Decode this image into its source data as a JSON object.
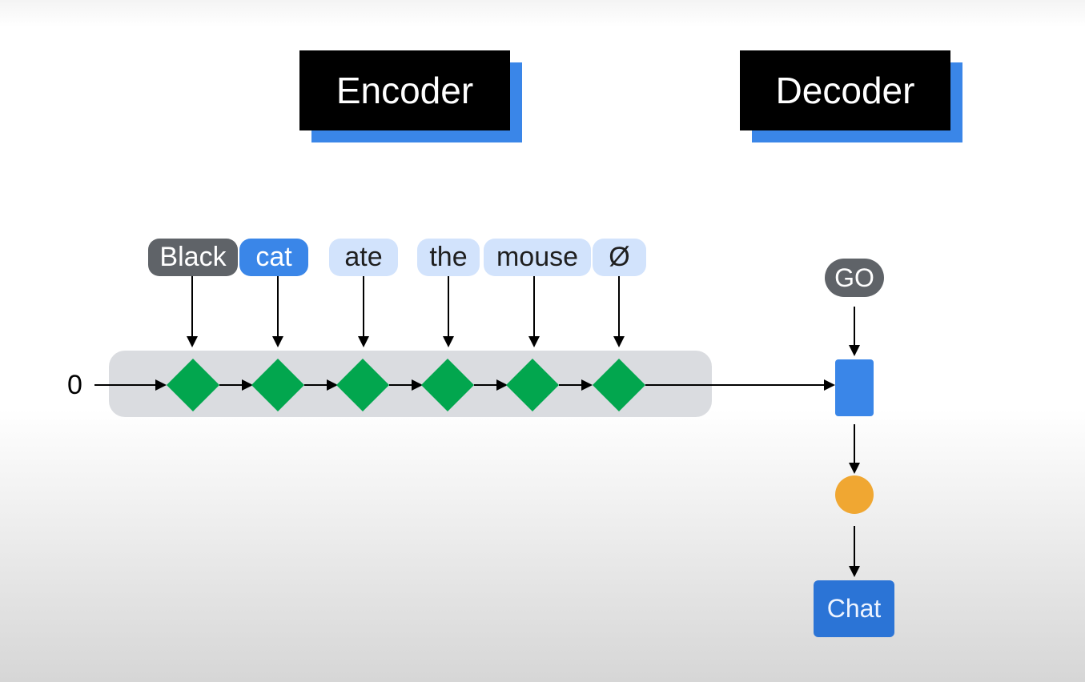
{
  "encoder_title": "Encoder",
  "decoder_title": "Decoder",
  "initial_state": "0",
  "tokens": [
    "Black",
    "cat",
    "ate",
    "the",
    "mouse",
    "Ø"
  ],
  "go_token": "GO",
  "output_token": "Chat",
  "colors": {
    "title_bg": "#000000",
    "title_shadow": "#3a86e8",
    "encoder_cell": "#02a64e",
    "encoder_band": "#dadce0",
    "decoder_cell": "#3a86e8",
    "decoder_node": "#f0a732",
    "token_dark": "#5f6368",
    "token_blue": "#3a86e8",
    "token_light": "#d2e3fc",
    "output_box": "#2b74d6"
  }
}
